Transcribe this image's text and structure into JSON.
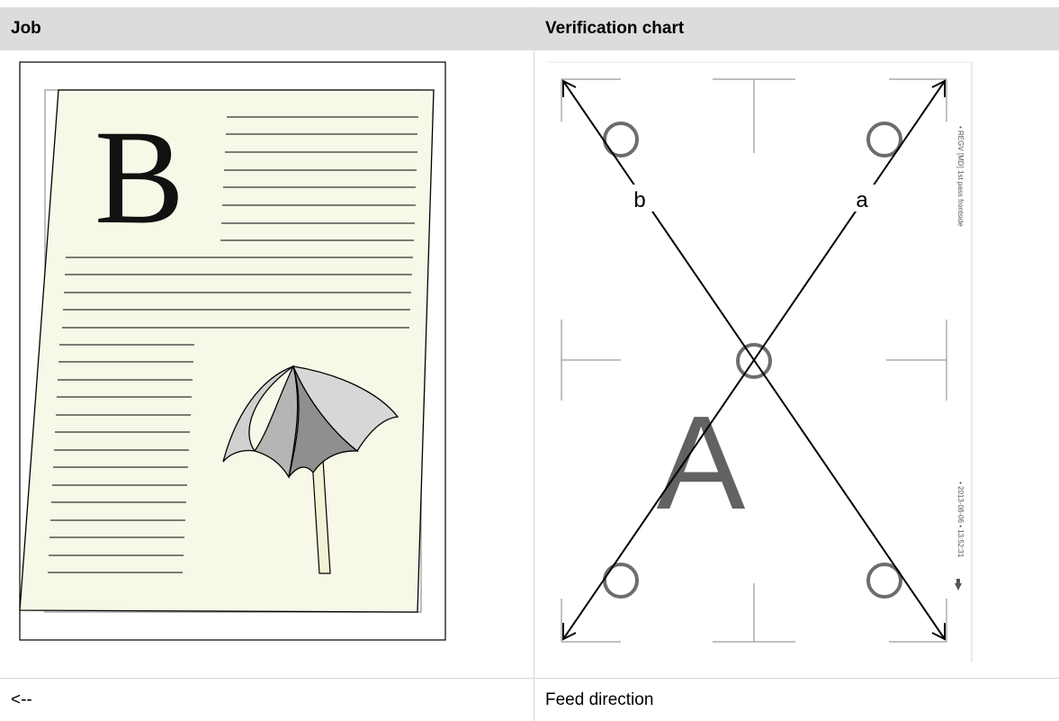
{
  "table": {
    "headers": [
      "Job",
      "Verification chart"
    ],
    "footer": [
      "<--",
      "Feed direction"
    ]
  },
  "job_illustration": {
    "big_letter": "B"
  },
  "verification_chart": {
    "big_letter": "A",
    "line_labels": [
      "b",
      "a"
    ],
    "side_text_top": "• REGV   [MD]   1st pass frontside",
    "side_text_bottom": "• 2013-08-06 • 13:52:31"
  }
}
